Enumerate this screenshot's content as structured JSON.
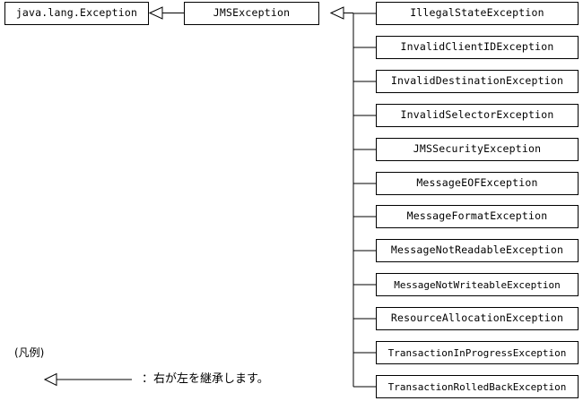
{
  "diagram": {
    "type": "uml-inheritance-hierarchy",
    "colors": {
      "background": "#ffffff",
      "line": "#000000",
      "box_fill": "#ffffff",
      "text": "#000000"
    },
    "root": {
      "label": "java.lang.Exception"
    },
    "parent": {
      "label": "JMSException"
    },
    "subclasses": [
      {
        "label": "IllegalStateException"
      },
      {
        "label": "InvalidClientIDException"
      },
      {
        "label": "InvalidDestinationException"
      },
      {
        "label": "InvalidSelectorException"
      },
      {
        "label": "JMSSecurityException"
      },
      {
        "label": "MessageEOFException"
      },
      {
        "label": "MessageFormatException"
      },
      {
        "label": "MessageNotReadableException"
      },
      {
        "label": "MessageNotWriteableException"
      },
      {
        "label": "ResourceAllocationException"
      },
      {
        "label": "TransactionInProgressException"
      },
      {
        "label": "TransactionRolledBackException"
      }
    ],
    "legend": {
      "title": "(凡例)",
      "description": "：右が左を継承します。"
    }
  }
}
